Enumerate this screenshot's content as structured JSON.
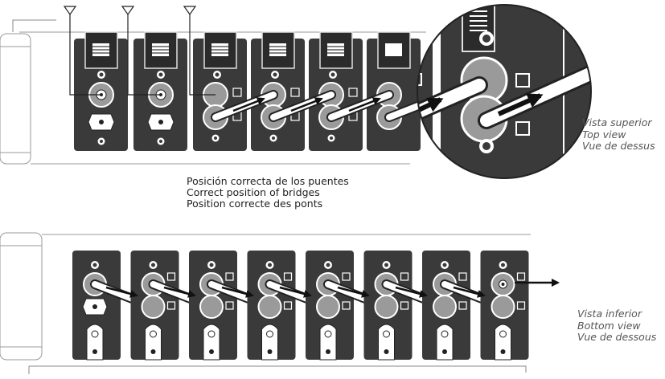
{
  "top_view": {
    "label_lines": [
      "Vista superior",
      "Top view",
      "Vue de dessus"
    ],
    "modules": 6,
    "antennas": 3
  },
  "bottom_view": {
    "label_lines": [
      "Vista inferior",
      "Bottom view",
      "Vue de dessous"
    ],
    "modules": 8
  },
  "caption_lines": [
    "Posición correcta de los puentes",
    "Correct position of bridges",
    "Position correcte des ponts"
  ],
  "colors": {
    "module": "#3a3a3a",
    "connector": "#9a9a9a",
    "bridge": "#ffffff",
    "arrow": "#111111"
  }
}
